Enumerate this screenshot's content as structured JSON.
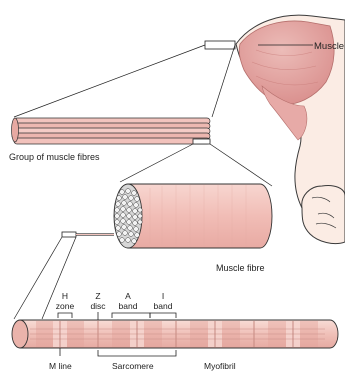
{
  "labels": {
    "muscle": "Muscle",
    "group_of_muscle_fibres": "Group of muscle fibres",
    "muscle_fibre": "Muscle fibre",
    "h_zone_line1": "H",
    "h_zone_line2": "zone",
    "z_disc_line1": "Z",
    "z_disc_line2": "disc",
    "a_band_line1": "A",
    "a_band_line2": "band",
    "i_band_line1": "I",
    "i_band_line2": "band",
    "m_line": "M line",
    "sarcomere": "Sarcomere",
    "myofibril": "Myofibril"
  },
  "colors": {
    "skin": "#fbe9df",
    "muscle": "#e6a6a4",
    "fibre": "#f4c9c3",
    "fibre_dark": "#d79a93",
    "outline": "#333333"
  }
}
